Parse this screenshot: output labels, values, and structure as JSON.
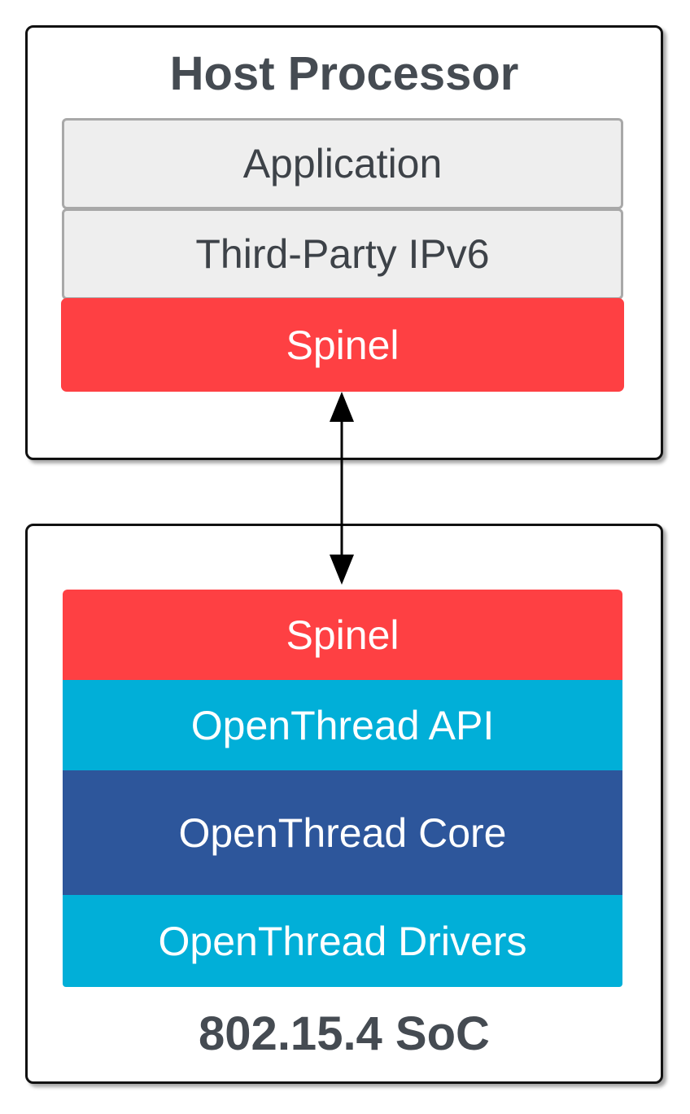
{
  "host": {
    "title": "Host Processor",
    "layers": [
      {
        "label": "Application"
      },
      {
        "label": "Third-Party IPv6"
      },
      {
        "label": "Spinel"
      }
    ]
  },
  "soc": {
    "title": "802.15.4 SoC",
    "layers": [
      {
        "label": "Spinel"
      },
      {
        "label": "OpenThread API"
      },
      {
        "label": "OpenThread Core"
      },
      {
        "label": "OpenThread Drivers"
      }
    ]
  },
  "colors": {
    "spinel": "#fe4043",
    "openthread_light": "#01afd8",
    "openthread_dark": "#2d569b",
    "gray_layer": "#eeeeee",
    "title_text": "#454b52"
  }
}
